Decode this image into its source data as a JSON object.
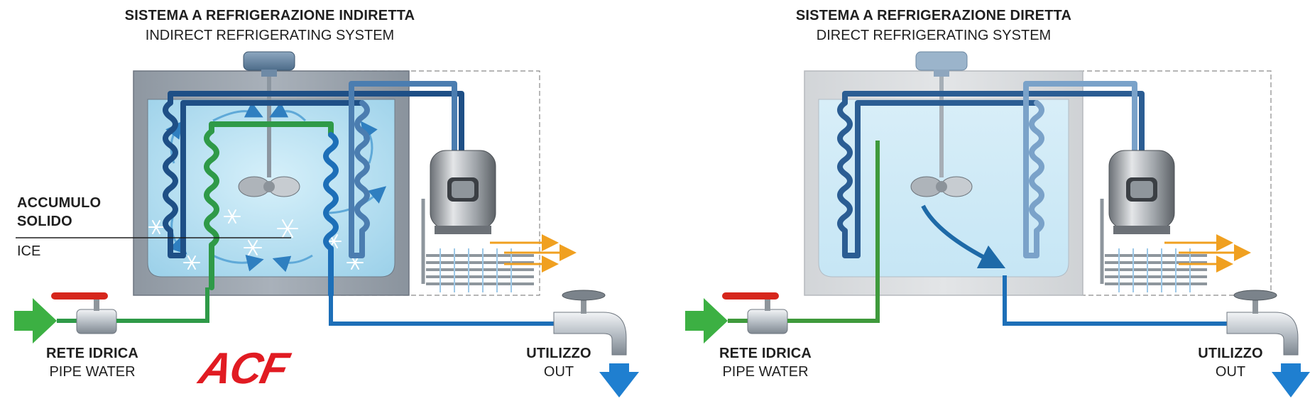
{
  "indirect": {
    "title_it": "SISTEMA A REFRIGERAZIONE INDIRETTA",
    "title_en": "INDIRECT REFRIGERATING SYSTEM",
    "storage_it_line1": "ACCUMULO",
    "storage_it_line2": "SOLIDO",
    "storage_en": "ICE",
    "inlet_it": "RETE IDRICA",
    "inlet_en": "PIPE WATER",
    "outlet_it": "UTILIZZO",
    "outlet_en": "OUT"
  },
  "direct": {
    "title_it": "SISTEMA A REFRIGERAZIONE DIRETTA",
    "title_en": "DIRECT REFRIGERATING SYSTEM",
    "inlet_it": "RETE IDRICA",
    "inlet_en": "PIPE WATER",
    "outlet_it": "UTILIZZO",
    "outlet_en": "OUT"
  },
  "logo": "ACF",
  "colors": {
    "water": "#bfe3f3",
    "coil_dark": "#1e4f86",
    "coil_mid": "#3f6fa3",
    "coil_light": "#7aa2c9",
    "green_pipe": "#3f9a3c",
    "blue_pipe": "#1d6fb8",
    "inlet_arrow": "#3cb043",
    "outlet_arrow": "#1f7fd0",
    "heat_arrows": "#f0a020",
    "valve_red": "#d6261c",
    "logo": "#e11b22"
  }
}
